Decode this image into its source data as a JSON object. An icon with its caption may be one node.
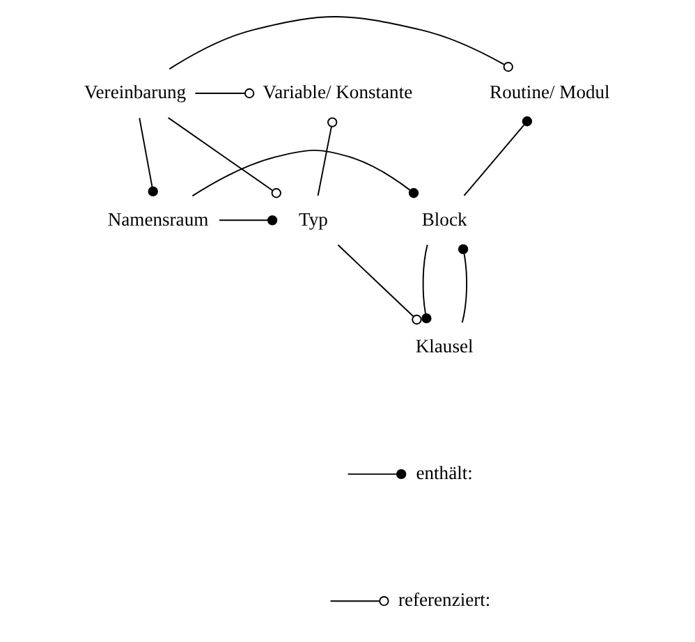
{
  "diagram": {
    "nodes": [
      {
        "text": [
          "Variable/ Konstante"
        ]
      },
      {
        "text": [
          "Vereinbarung"
        ]
      },
      {
        "text": [
          "Routine/ Modul"
        ]
      },
      {
        "text": [
          "Typ"
        ]
      },
      {
        "text": [
          "Namensraum"
        ]
      },
      {
        "text": [
          "Block"
        ]
      },
      {
        "text": [
          "Klausel"
        ]
      }
    ],
    "edges": [
      {
        "from": 1,
        "to": 0,
        "arrow": "other"
      },
      {
        "from": 1,
        "to": 2,
        "arrow": "other"
      },
      {
        "from": 3,
        "to": 0,
        "arrow": "other"
      },
      {
        "from": 1,
        "to": 3,
        "arrow": "other"
      },
      {
        "from": 1,
        "to": 4,
        "arrow": "other"
      },
      {
        "from": 5,
        "to": 2,
        "arrow": "other"
      },
      {
        "from": 4,
        "to": 3,
        "arrow": "other"
      },
      {
        "from": 4,
        "to": 5,
        "arrow": "other"
      },
      {
        "from": 3,
        "to": 6,
        "arrow": "other"
      },
      {
        "from": 5,
        "to": 6,
        "arrow": "other"
      },
      {
        "from": 6,
        "to": 5,
        "arrow": "other"
      }
    ],
    "legend": [
      {
        "text": "enthält:"
      },
      {
        "text": "referenziert:"
      }
    ]
  }
}
